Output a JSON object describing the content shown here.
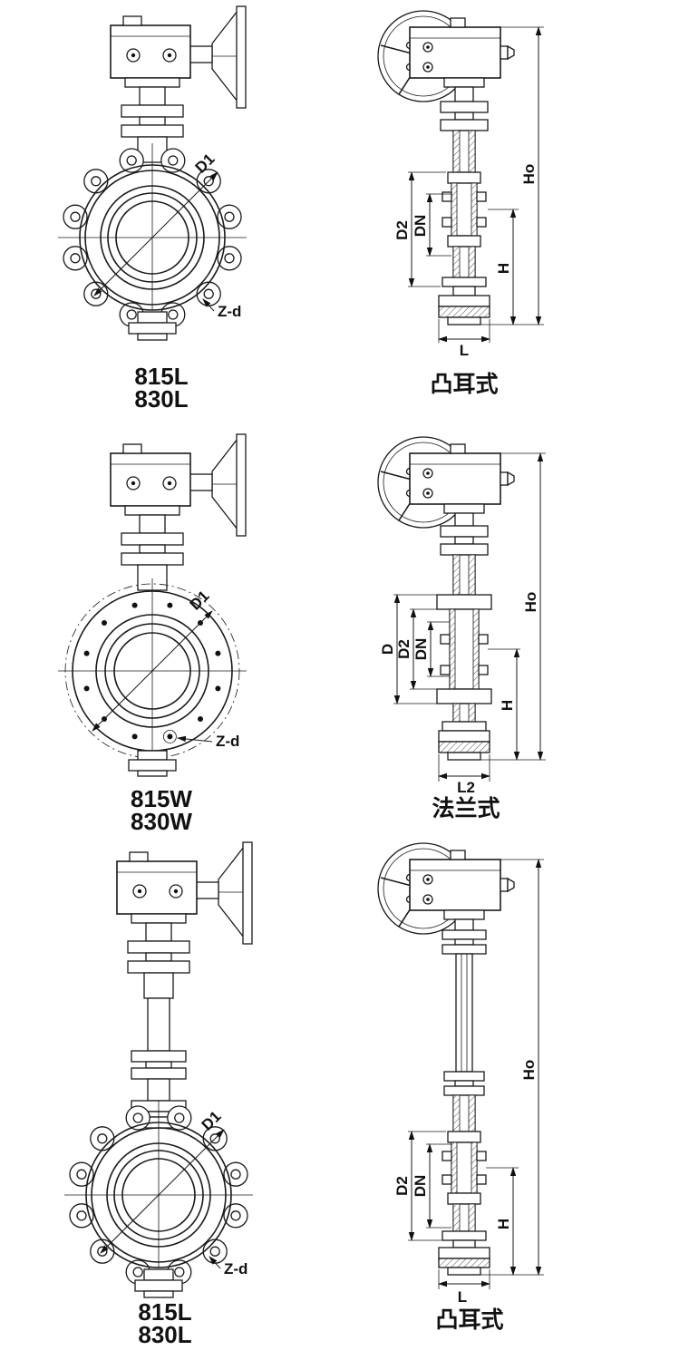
{
  "sheet": {
    "background": "#ffffff",
    "line_color": "#1a1a1a"
  },
  "figures": [
    {
      "front": {
        "model_line1": "815L",
        "model_line2": "830L",
        "dim_d1": "D1",
        "dim_zd": "Z-d"
      },
      "side": {
        "caption": "凸耳式",
        "dim_d2": "D2",
        "dim_dn": "DN",
        "dim_ho": "Ho",
        "dim_h": "H",
        "dim_l": "L"
      }
    },
    {
      "front": {
        "model_line1": "815W",
        "model_line2": "830W",
        "dim_d1": "D1",
        "dim_zd": "Z-d"
      },
      "side": {
        "caption": "法兰式",
        "dim_d": "D",
        "dim_d2": "D2",
        "dim_dn": "DN",
        "dim_ho": "Ho",
        "dim_h": "H",
        "dim_l2": "L2"
      }
    },
    {
      "front": {
        "model_line1": "815L",
        "model_line2": "830L",
        "dim_d1": "D1",
        "dim_zd": "Z-d"
      },
      "side": {
        "caption": "凸耳式",
        "dim_d2": "D2",
        "dim_dn": "DN",
        "dim_ho": "Ho",
        "dim_h": "H",
        "dim_l": "L"
      }
    }
  ]
}
